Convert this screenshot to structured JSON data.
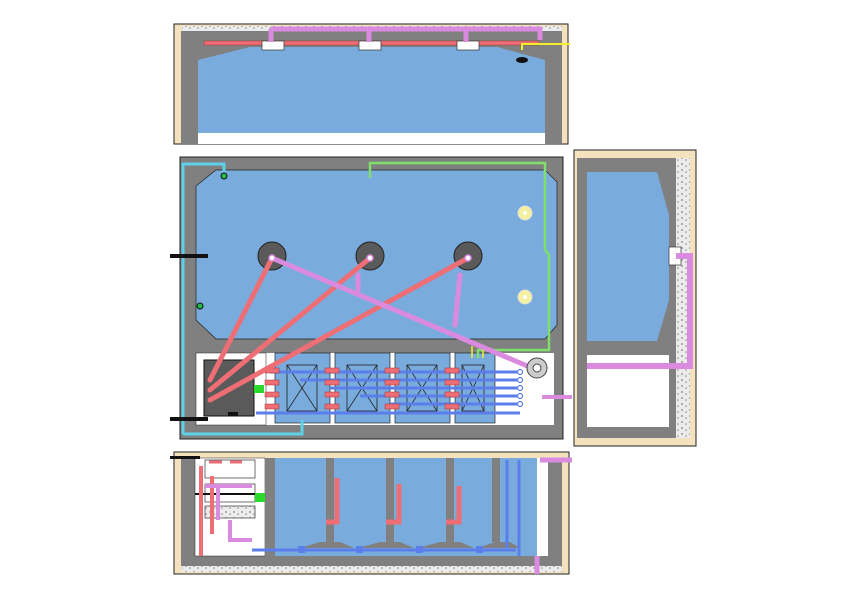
{
  "diagram": {
    "kind": "water treatment tank layout drawing (plan and sections), no printed text",
    "colors": {
      "water": "#79acdc",
      "concrete": "#808080",
      "sand_fill": "#f3e2bd",
      "gravel": "#eaeaea",
      "pipe_red": "#ee6e75",
      "pipe_pink": "#da8be0",
      "pipe_blue": "#5b7eeb",
      "pipe_cyan": "#5fd0ea",
      "pipe_green": "#7ee06b",
      "pipe_yellow": "#f2ef2a",
      "valve_green": "#2bd92b",
      "lamp": "#f4f0a0",
      "outline": "#222222"
    },
    "views": [
      "top-section-tank",
      "plan-view",
      "right-side-section",
      "bottom-section-filter-cells"
    ]
  }
}
